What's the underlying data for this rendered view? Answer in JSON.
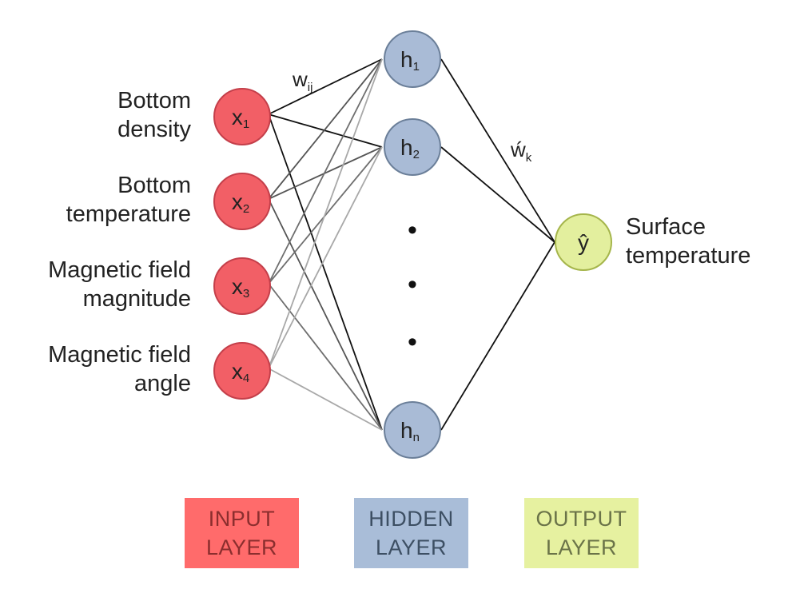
{
  "input_nodes": [
    {
      "symbol": "x",
      "index": "1",
      "label_lines": [
        "Bottom",
        "density"
      ]
    },
    {
      "symbol": "x",
      "index": "2",
      "label_lines": [
        "Bottom",
        "temperature"
      ]
    },
    {
      "symbol": "x",
      "index": "3",
      "label_lines": [
        "Magnetic field",
        "magnitude"
      ]
    },
    {
      "symbol": "x",
      "index": "4",
      "label_lines": [
        "Magnetic field",
        "angle"
      ]
    }
  ],
  "hidden_nodes": [
    {
      "symbol": "h",
      "index": "1"
    },
    {
      "symbol": "h",
      "index": "2"
    },
    {
      "symbol": "h",
      "index": "n"
    }
  ],
  "hidden_ellipsis": [
    "•",
    "•",
    "•"
  ],
  "output_node": {
    "symbol": "ŷ",
    "label_lines": [
      "Surface",
      "temperature"
    ]
  },
  "weights": {
    "input_hidden": {
      "symbol": "w",
      "index": "ij"
    },
    "hidden_output": {
      "symbol": "ẃ",
      "index": "k"
    }
  },
  "legend": [
    {
      "lines": [
        "INPUT",
        "LAYER"
      ],
      "bg": "#ff6b6b",
      "fg": "#8b2e2e"
    },
    {
      "lines": [
        "HIDDEN",
        "LAYER"
      ],
      "bg": "#a9bdd8",
      "fg": "#3d4f63"
    },
    {
      "lines": [
        "OUTPUT",
        "LAYER"
      ],
      "bg": "#e6f1a0",
      "fg": "#6a7348"
    }
  ],
  "colors": {
    "input_fill": "#f25f66",
    "input_stroke": "#c43f4a",
    "hidden_fill": "#a9bbd6",
    "hidden_stroke": "#6b7f99",
    "output_fill": "#e3ef9e",
    "output_stroke": "#a5b54b"
  }
}
